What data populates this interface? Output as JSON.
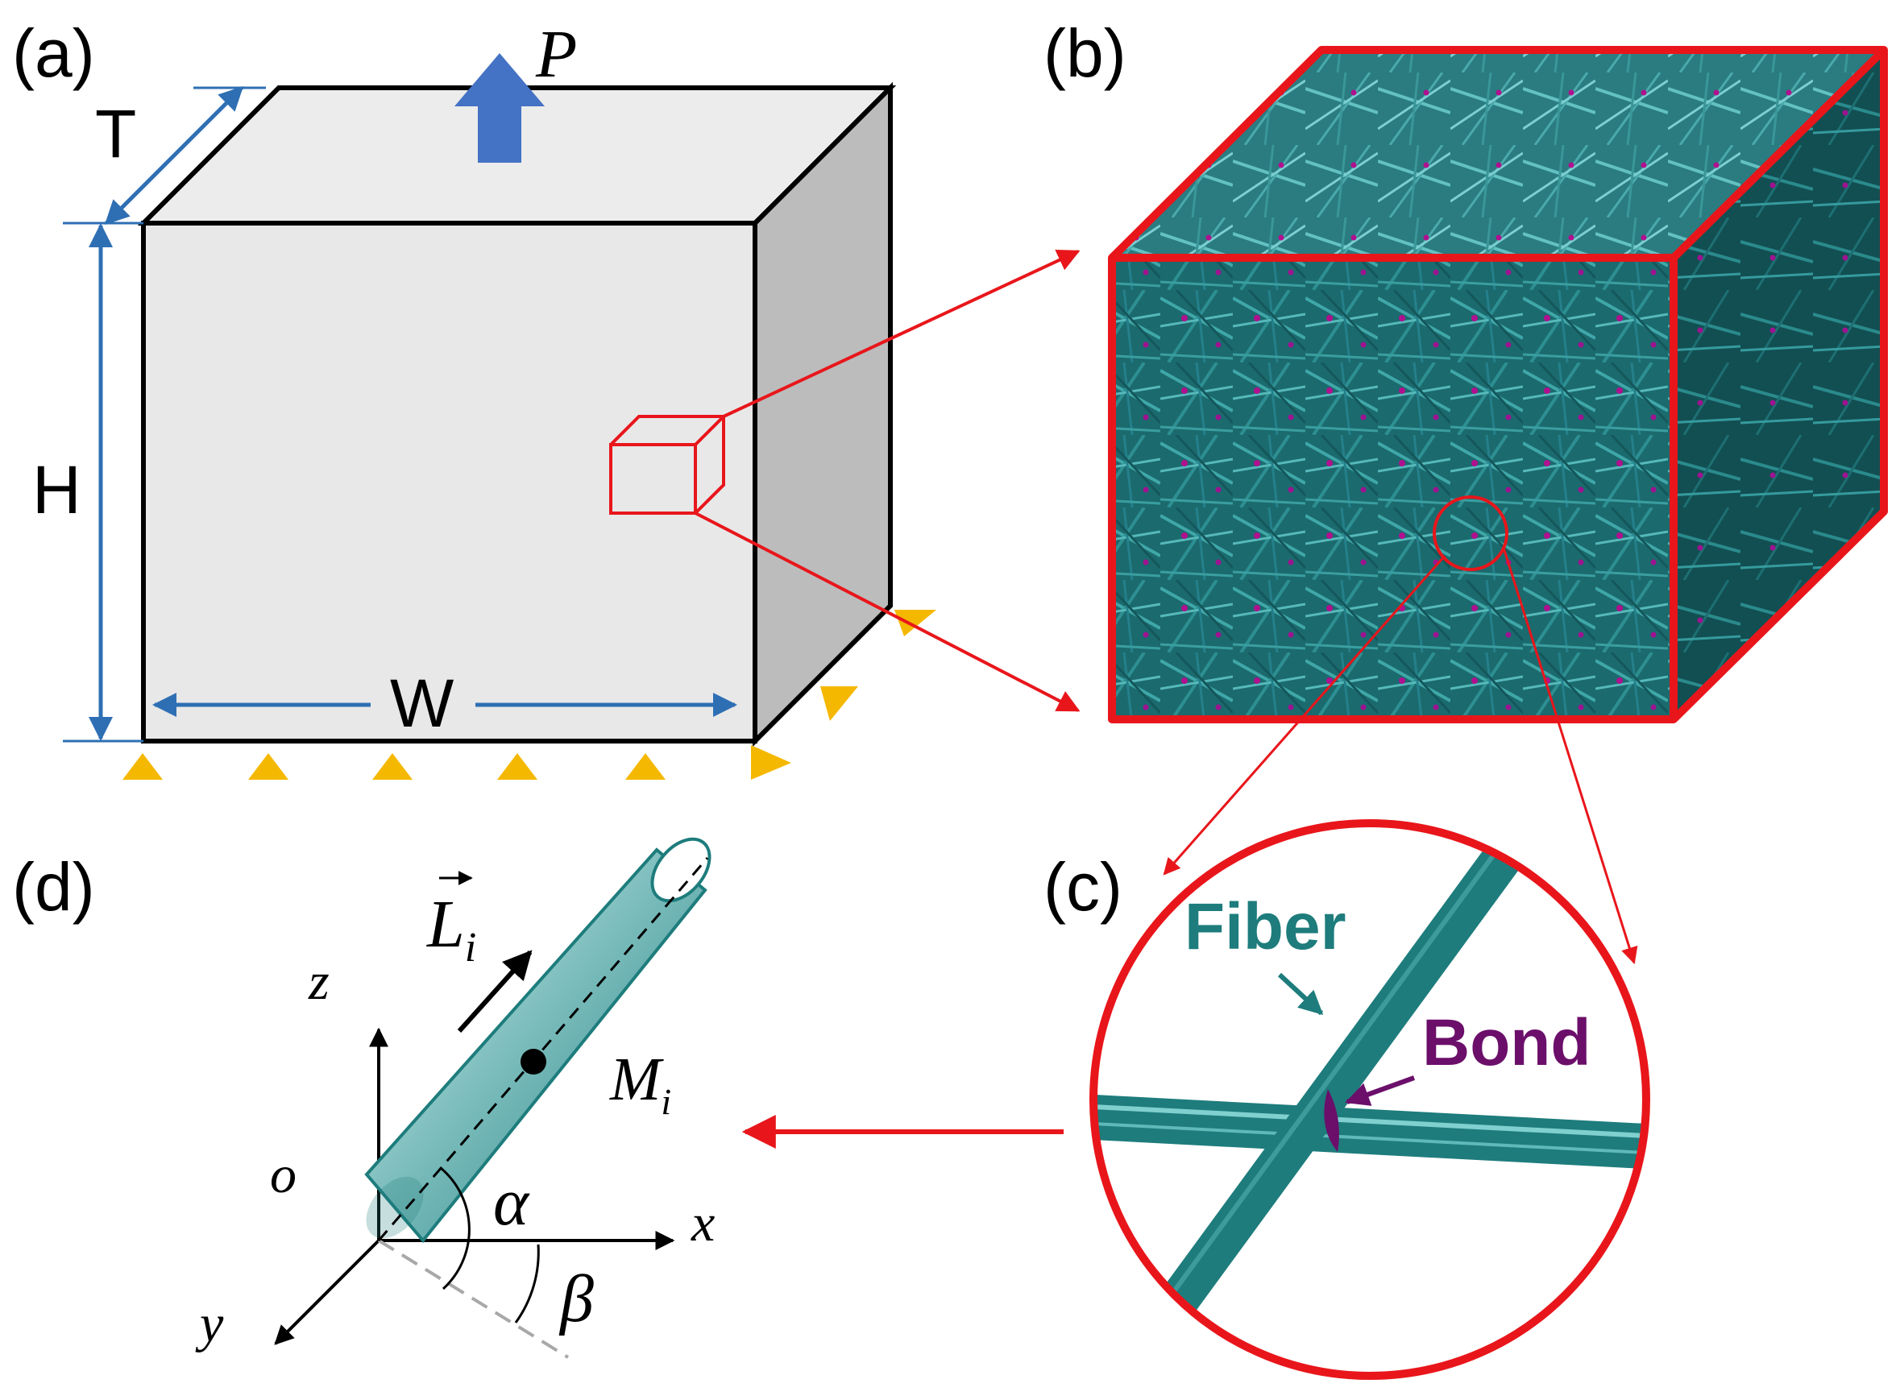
{
  "panels": {
    "a": "(a)",
    "b": "(b)",
    "c": "(c)",
    "d": "(d)"
  },
  "dims": {
    "T": "T",
    "H": "H",
    "W": "W",
    "P": "P"
  },
  "zoom": {
    "fiber": "Fiber",
    "bond": "Bond"
  },
  "coords": {
    "z": "z",
    "x": "x",
    "y": "y",
    "o": "o",
    "alpha": "α",
    "beta": "β",
    "L": "L",
    "L_sub": "i",
    "M": "M",
    "M_sub": "i"
  },
  "colors": {
    "fiber": "#1e7c7c",
    "bond": "#6b0f6b",
    "highlight": "#e8161b",
    "dimension": "#2e6fb4",
    "support": "#f5b800",
    "load_arrow": "#4472c4",
    "box_face": "#e8e8e8",
    "box_side": "#bcbcbc"
  }
}
